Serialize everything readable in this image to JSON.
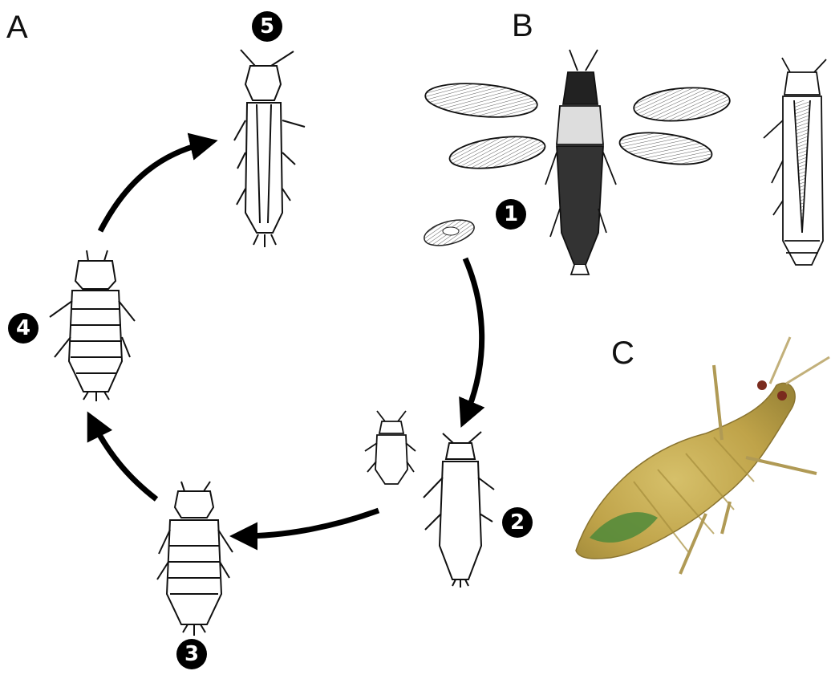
{
  "panels": {
    "a": "A",
    "b": "B",
    "c": "C"
  },
  "stages": {
    "s1": "1",
    "s2": "2",
    "s3": "3",
    "s4": "4",
    "s5": "5"
  },
  "figures": {
    "egg": "thrips-egg-icon",
    "larva1": "first-instar-larva-icon",
    "larva2": "second-instar-larva-icon",
    "prepupa": "prepupa-icon",
    "pupa": "pupa-icon",
    "adult": "adult-thrips-icon",
    "winged_adult": "winged-adult-thrips-icon",
    "photo": "thrips-photo-icon"
  },
  "colors": {
    "ink": "#111111",
    "photo_body": "#c2a84a",
    "photo_green": "#4f8a3a"
  }
}
